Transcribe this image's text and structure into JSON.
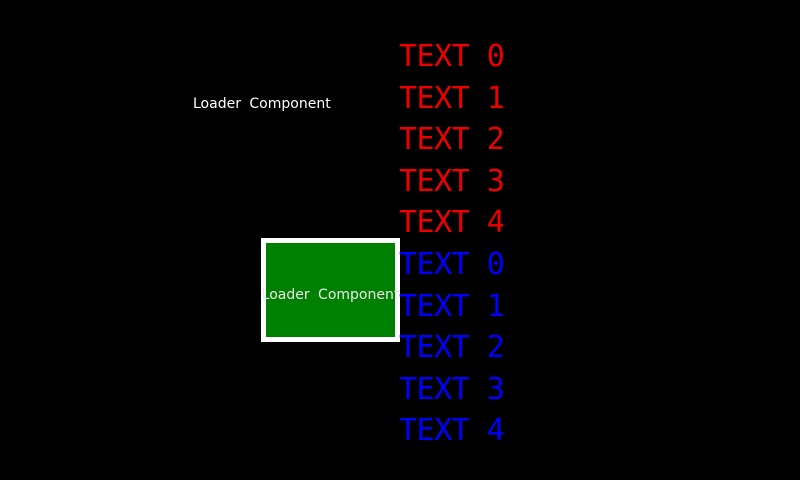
{
  "colors": {
    "background": "#000000",
    "red": "#ee0000",
    "blue": "#0000ff",
    "green_box": "#008000",
    "box_border": "#ffffff",
    "label": "#ffffff",
    "box_label": "#ebebeb"
  },
  "loader_label": {
    "text": "Loader Component"
  },
  "loader_box": {
    "label": "Loader Component"
  },
  "text_lines": [
    {
      "label": "TEXT 0",
      "color": "red"
    },
    {
      "label": "TEXT 1",
      "color": "red"
    },
    {
      "label": "TEXT 2",
      "color": "red"
    },
    {
      "label": "TEXT 3",
      "color": "red"
    },
    {
      "label": "TEXT 4",
      "color": "red"
    },
    {
      "label": "TEXT 0",
      "color": "blue"
    },
    {
      "label": "TEXT 1",
      "color": "blue"
    },
    {
      "label": "TEXT 2",
      "color": "blue"
    },
    {
      "label": "TEXT 3",
      "color": "blue"
    },
    {
      "label": "TEXT 4",
      "color": "blue"
    }
  ]
}
